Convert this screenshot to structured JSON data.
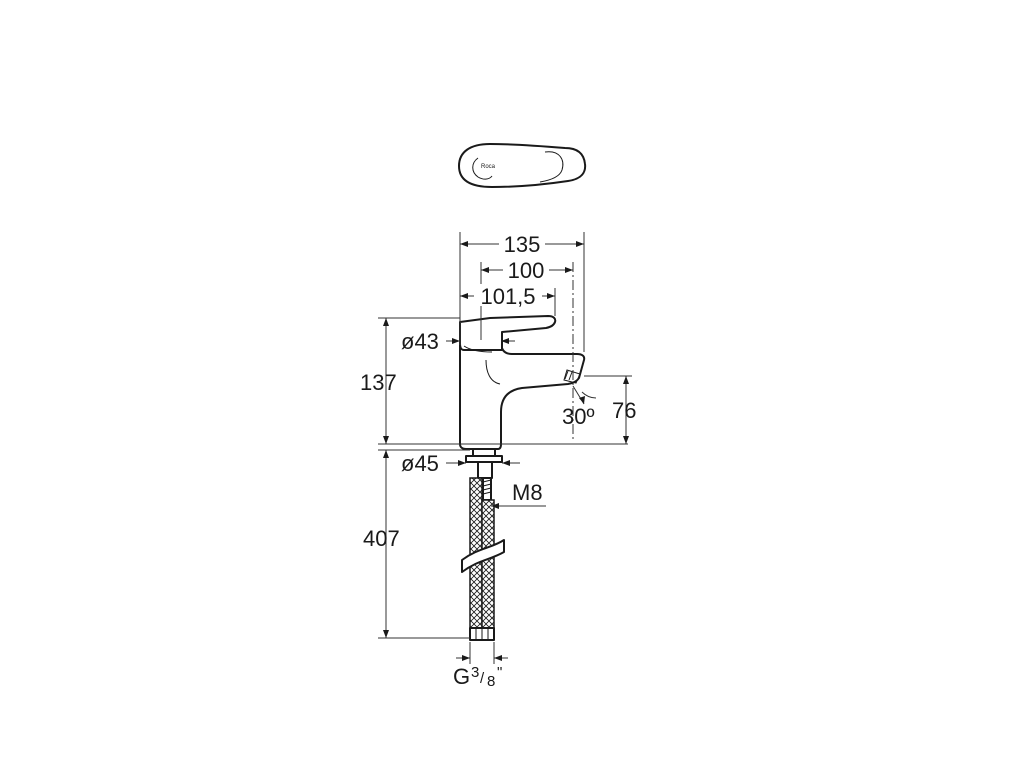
{
  "dimensions": {
    "width_overall": "135",
    "spout_reach": "100",
    "handle_reach": "101,5",
    "body_diameter": "ø43",
    "height": "137",
    "spout_angle": "30º",
    "outlet_height": "76",
    "base_diameter": "ø45",
    "stud_thread": "M8",
    "hose_length": "407",
    "connection_thread_prefix": "G",
    "connection_thread_fraction_num": "3",
    "connection_thread_fraction_den": "8",
    "connection_thread_suffix": "\""
  },
  "logo_text": "Roca"
}
